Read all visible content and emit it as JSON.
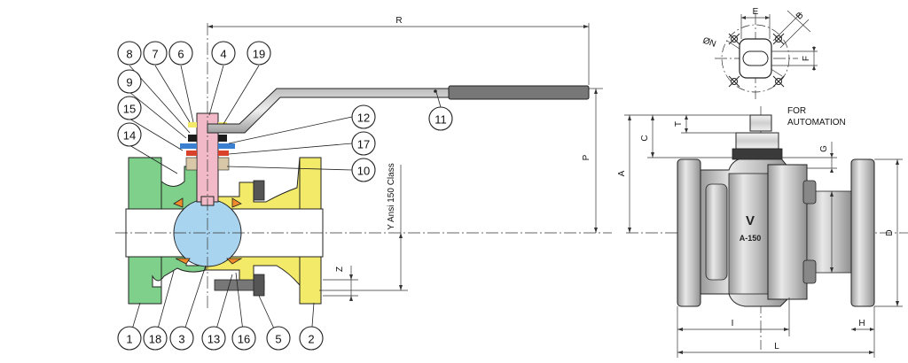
{
  "colors": {
    "body": "#7fd08a",
    "bonnet": "#f3ea6a",
    "stem": "#f2b9c8",
    "ball": "#a9d4ef",
    "seat": "#f08a2a",
    "packing": "#d9412a",
    "gasket": "#3a7fd0",
    "bolt": "#777777",
    "hardware": "#1c1c1c"
  },
  "part_callouts": [
    "1",
    "2",
    "3",
    "4",
    "5",
    "6",
    "7",
    "8",
    "9",
    "10",
    "11",
    "12",
    "13",
    "14",
    "15",
    "16",
    "17",
    "18",
    "19"
  ],
  "dimensions": {
    "R": "R",
    "P": "P",
    "Y": "Y Ansi 150 Class",
    "Z": "Z",
    "E": "E",
    "B": "B",
    "N": "ØN",
    "F": "F",
    "A": "A",
    "C": "C",
    "T": "T",
    "G": "G",
    "D": "D",
    "I": "I",
    "H": "H",
    "L": "L"
  },
  "notes": {
    "automation_line1": "FOR",
    "automation_line2": "AUTOMATION",
    "marking_logo": "V",
    "marking_class": "A-150"
  }
}
